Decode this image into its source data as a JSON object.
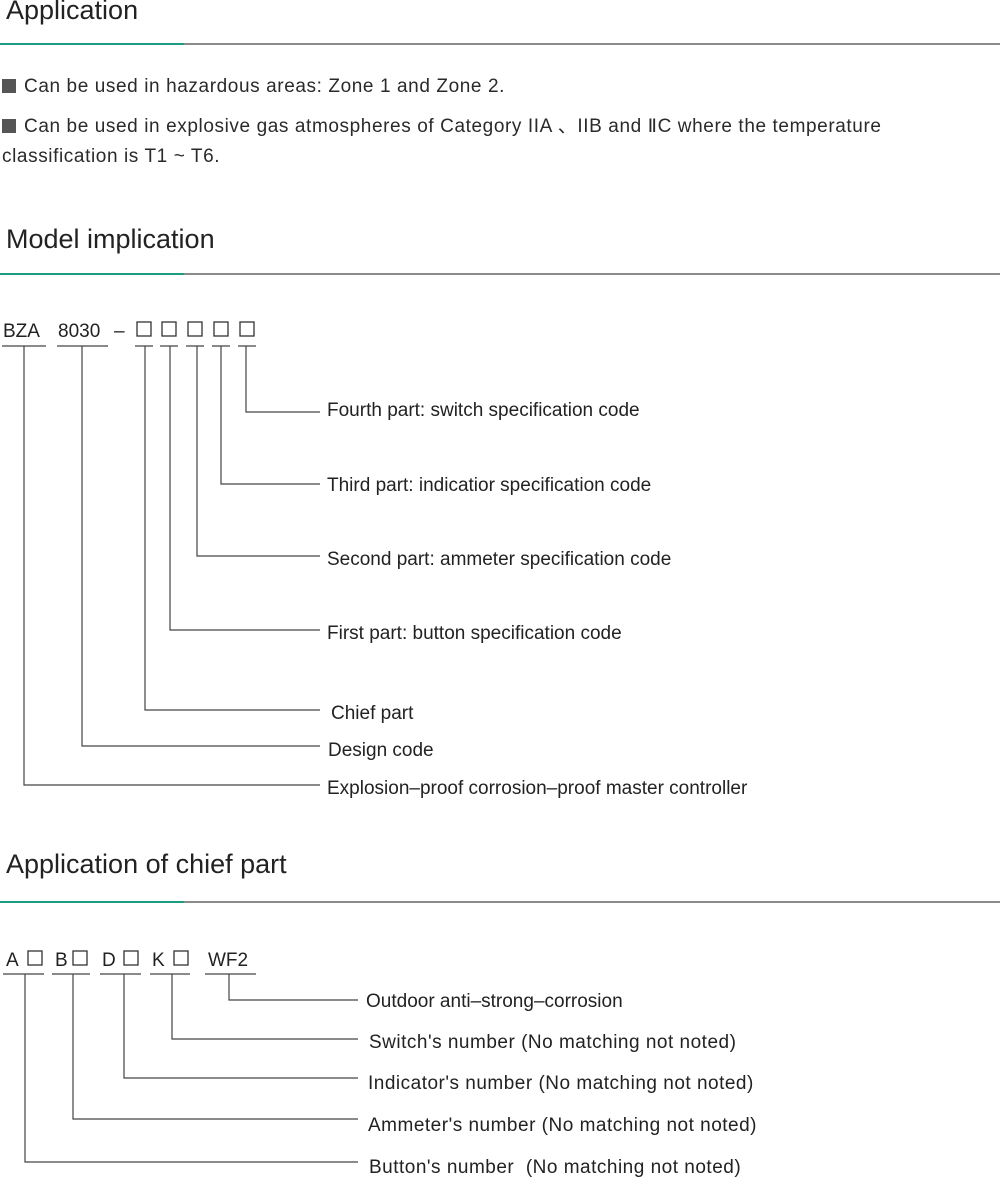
{
  "section_application": {
    "title": "Application",
    "bullet1": "Can be used in hazardous areas: Zone 1 and Zone 2.",
    "bullet2_line1": "Can be used in explosive gas atmospheres of Category IIA 、IIB and ⅡC where the temperature",
    "bullet2_line2": "classification is T1 ~ T6."
  },
  "section_model": {
    "title": "Model implication",
    "code": {
      "prefix": "BZA",
      "design": "8030",
      "dash": "–"
    },
    "labels": [
      "Fourth part: switch specification code",
      "Third part: indicatior specification code",
      "Second part: ammeter specification code",
      "First part: button specification code",
      "Chief part",
      "Design code",
      "Explosion–proof corrosion–proof master controller"
    ]
  },
  "section_chief": {
    "title": "Application of chief part",
    "code": [
      "A",
      "B",
      "D",
      "K",
      "WF2"
    ],
    "labels": [
      "Outdoor anti–strong–corrosion",
      "Switch's number (No matching not noted)",
      "Indicator's number (No matching not noted)",
      "Ammeter's number (No matching not noted)",
      "Button's number  (No matching not noted)"
    ]
  },
  "colors": {
    "accent": "#1c9b84",
    "rule": "#8a8a8a",
    "bullet": "#555555"
  }
}
